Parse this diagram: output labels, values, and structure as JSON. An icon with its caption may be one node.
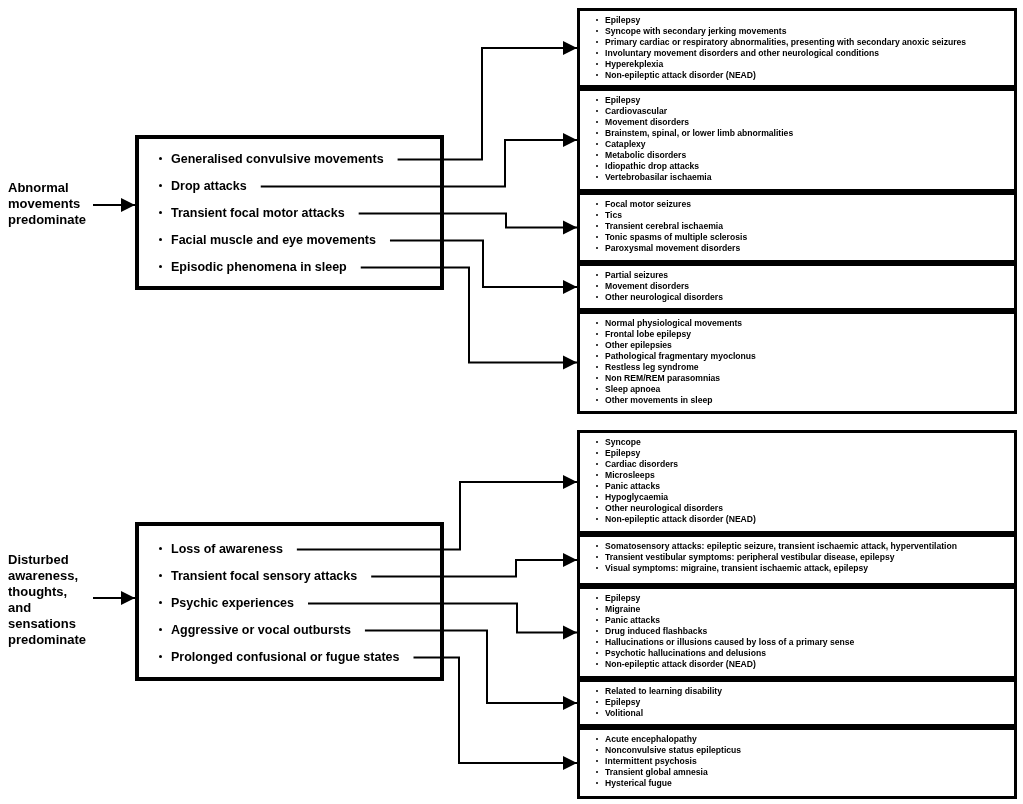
{
  "diagram": {
    "nodes": [
      {
        "text": [
          "Abnormal movements predominate"
        ]
      },
      {
        "text": [],
        "shape": "box"
      },
      {
        "text": [
          "Generalised convulsive movements"
        ],
        "in": 1
      },
      {
        "text": [
          "Drop attacks"
        ],
        "in": 1
      },
      {
        "text": [
          "Transient focal motor attacks"
        ],
        "in": 1
      },
      {
        "text": [
          "Facial muscle and eye movements"
        ],
        "in": 1
      },
      {
        "text": [
          "Episodic phenomena in sleep"
        ],
        "in": 1
      },
      {
        "text": [
          "Epilepsy",
          "Syncope with secondary jerking movements",
          "Primary cardiac or respiratory abnormalities, presenting with secondary anoxic seizures",
          "Involuntary movement disorders and other neurological conditions",
          "Hyperekplexia",
          "Non-epileptic attack disorder (NEAD)"
        ]
      },
      {
        "text": [
          "Epilepsy",
          "Cardiovascular",
          "Movement disorders",
          "Brainstem, spinal, or lower limb abnormalities",
          "Cataplexy",
          "Metabolic disorders",
          "Idiopathic drop attacks",
          "Vertebrobasilar ischaemia"
        ]
      },
      {
        "text": [
          "Focal motor seizures",
          "Tics",
          "Transient cerebral ischaemia",
          "Tonic spasms of multiple sclerosis",
          "Paroxysmal movement disorders"
        ]
      },
      {
        "text": [
          "Partial seizures",
          "Movement disorders",
          "Other neurological disorders"
        ]
      },
      {
        "text": [
          "Normal physiological movements",
          "Frontal lobe epilepsy",
          "Other epilepsies",
          "Pathological fragmentary myoclonus",
          "Restless leg syndrome",
          "Non REM/REM parasomnias",
          "Sleep apnoea",
          "Other movements in sleep"
        ]
      },
      {
        "text": [
          "Disturbed awareness, thoughts, and sensations predominate"
        ]
      },
      {
        "text": [],
        "shape": "box"
      },
      {
        "text": [
          "Loss of awareness"
        ],
        "in": 13
      },
      {
        "text": [
          "Transient focal sensory attacks"
        ],
        "in": 13
      },
      {
        "text": [
          "Psychic experiences"
        ],
        "in": 13
      },
      {
        "text": [
          "Aggressive or vocal outbursts"
        ],
        "in": 13
      },
      {
        "text": [
          "Prolonged confusional or fugue states"
        ],
        "in": 13
      },
      {
        "text": [
          "Syncope",
          "Epilepsy",
          "Cardiac disorders",
          "Microsleeps",
          "Panic attacks",
          "Hypoglycaemia",
          "Other neurological disorders",
          "Non-epileptic attack disorder (NEAD)"
        ]
      },
      {
        "text": [
          "Somatosensory attacks:  epileptic seizure, transient ischaemic attack, hyperventilation",
          "Transient vestibular symptoms:  peripheral vestibular disease, epilepsy",
          "Visual symptoms:  migraine, transient ischaemic attack, epilepsy"
        ]
      },
      {
        "text": [
          "Epilepsy",
          "Migraine",
          "Panic attacks",
          "Drug induced flashbacks",
          "Hallucinations or illusions caused by loss of a primary sense",
          "Psychotic hallucinations and delusions",
          "Non-epileptic attack disorder (NEAD)"
        ]
      },
      {
        "text": [
          "Related to learning disability",
          "Epilepsy",
          "Volitional"
        ]
      },
      {
        "text": [
          "Acute encephalopathy",
          "Nonconvulsive status epilepticus",
          "Intermittent psychosis",
          "Transient global amnesia",
          "Hysterical fugue"
        ]
      }
    ],
    "edges": [
      {
        "from": 0,
        "to": 1,
        "arrow": "to"
      },
      {
        "from": 2,
        "to": 7,
        "arrow": "to"
      },
      {
        "from": 3,
        "to": 8,
        "arrow": "to"
      },
      {
        "from": 4,
        "to": 9,
        "arrow": "to"
      },
      {
        "from": 5,
        "to": 10,
        "arrow": "to"
      },
      {
        "from": 6,
        "to": 11,
        "arrow": "to"
      },
      {
        "from": 12,
        "to": 13,
        "arrow": "to"
      },
      {
        "from": 14,
        "to": 19,
        "arrow": "to"
      },
      {
        "from": 15,
        "to": 20,
        "arrow": "to"
      },
      {
        "from": 16,
        "to": 21,
        "arrow": "to"
      },
      {
        "from": 17,
        "to": 22,
        "arrow": "to"
      },
      {
        "from": 18,
        "to": 23,
        "arrow": "to"
      }
    ]
  }
}
